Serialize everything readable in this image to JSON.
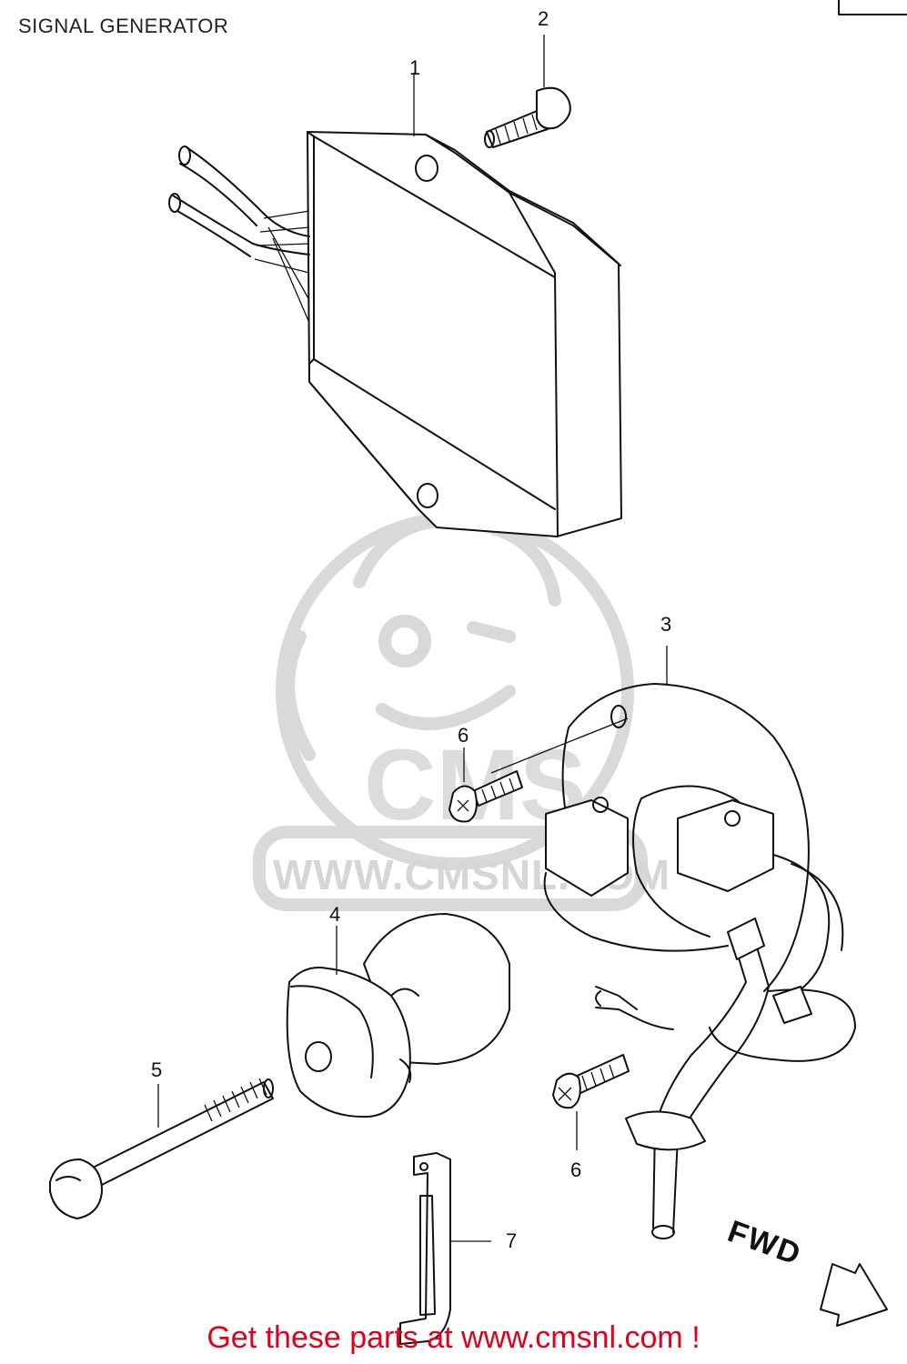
{
  "title": "SIGNAL GENERATOR",
  "callouts": {
    "c1": "1",
    "c2": "2",
    "c3": "3",
    "c4": "4",
    "c5": "5",
    "c6a": "6",
    "c6b": "6",
    "c7": "7"
  },
  "fwd_label": "FWD",
  "watermark": {
    "brand": "CMS",
    "url_text": "WWW.CMSNL.COM"
  },
  "banner": "Get these parts at www.cmsnl.com !",
  "colors": {
    "banner": "#e0001b",
    "line_art": "#111111",
    "watermark": "#d9d9d9"
  }
}
